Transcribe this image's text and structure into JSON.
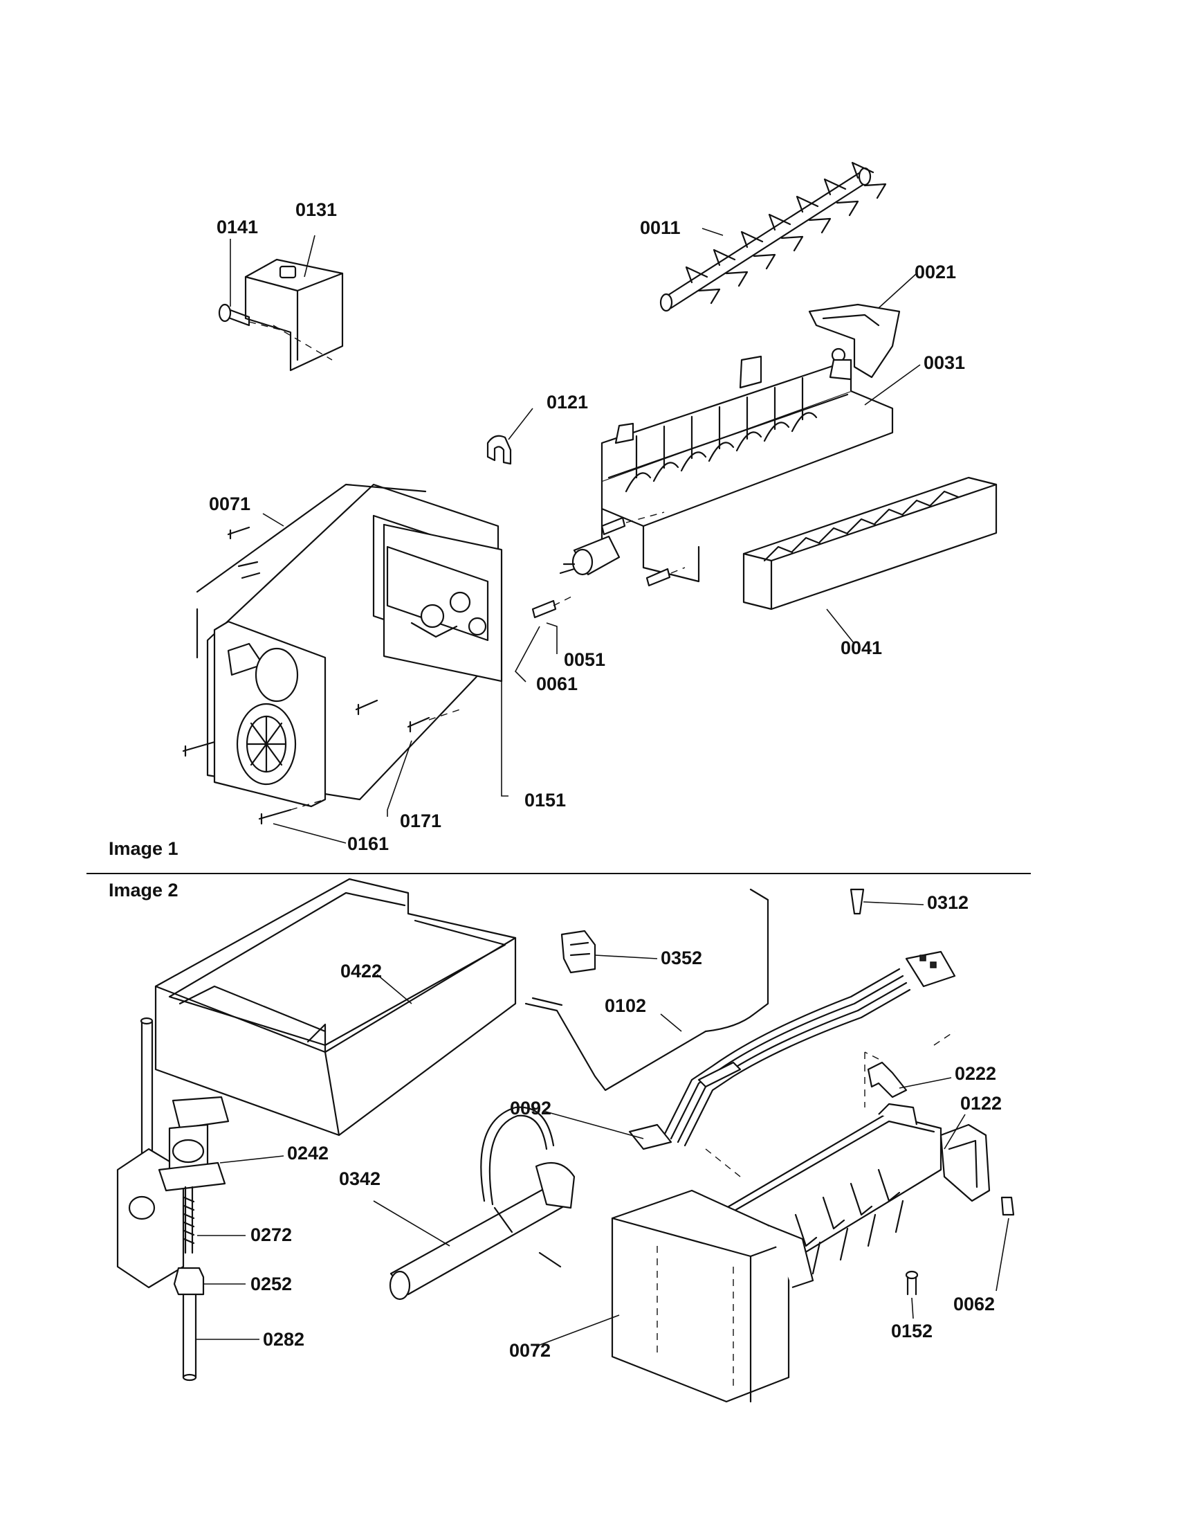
{
  "sections": [
    {
      "id": "image1",
      "label": "Image 1"
    },
    {
      "id": "image2",
      "label": "Image 2"
    }
  ],
  "image1": {
    "callouts": {
      "c0011": "0011",
      "c0021": "0021",
      "c0031": "0031",
      "c0041": "0041",
      "c0051": "0051",
      "c0061": "0061",
      "c0071": "0071",
      "c0121": "0121",
      "c0131": "0131",
      "c0141": "0141",
      "c0151": "0151",
      "c0161": "0161",
      "c0171": "0171"
    }
  },
  "image2": {
    "callouts": {
      "c0422": "0422",
      "c0352": "0352",
      "c0102": "0102",
      "c0312": "0312",
      "c0222": "0222",
      "c0092": "0092",
      "c0122": "0122",
      "c0242": "0242",
      "c0342": "0342",
      "c0272": "0272",
      "c0252": "0252",
      "c0282": "0282",
      "c0072": "0072",
      "c0152": "0152",
      "c0062": "0062"
    }
  }
}
